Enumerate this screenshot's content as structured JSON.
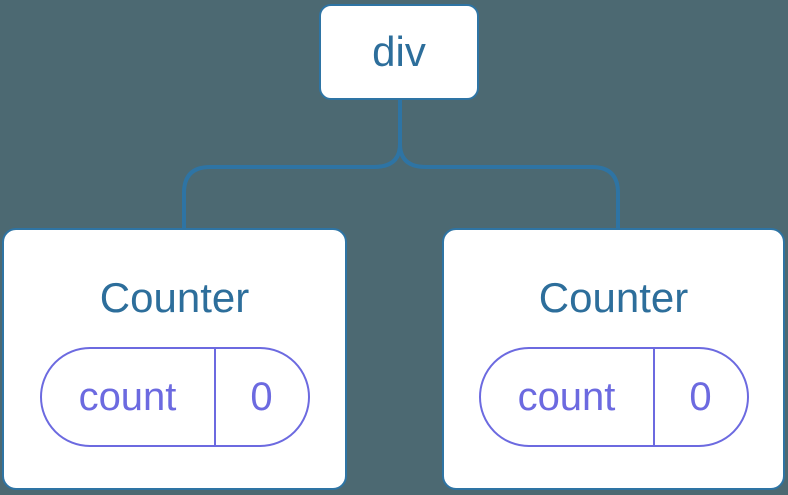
{
  "colors": {
    "background": "#4C6972",
    "node_border": "#2E74A4",
    "node_text": "#2D6E9B",
    "connector": "#2E74A4",
    "state_accent": "#6C6AE0",
    "node_fill": "#FFFFFF"
  },
  "tree": {
    "root": {
      "label": "div"
    },
    "children": [
      {
        "title": "Counter",
        "state": {
          "key": "count",
          "value": "0"
        }
      },
      {
        "title": "Counter",
        "state": {
          "key": "count",
          "value": "0"
        }
      }
    ]
  }
}
